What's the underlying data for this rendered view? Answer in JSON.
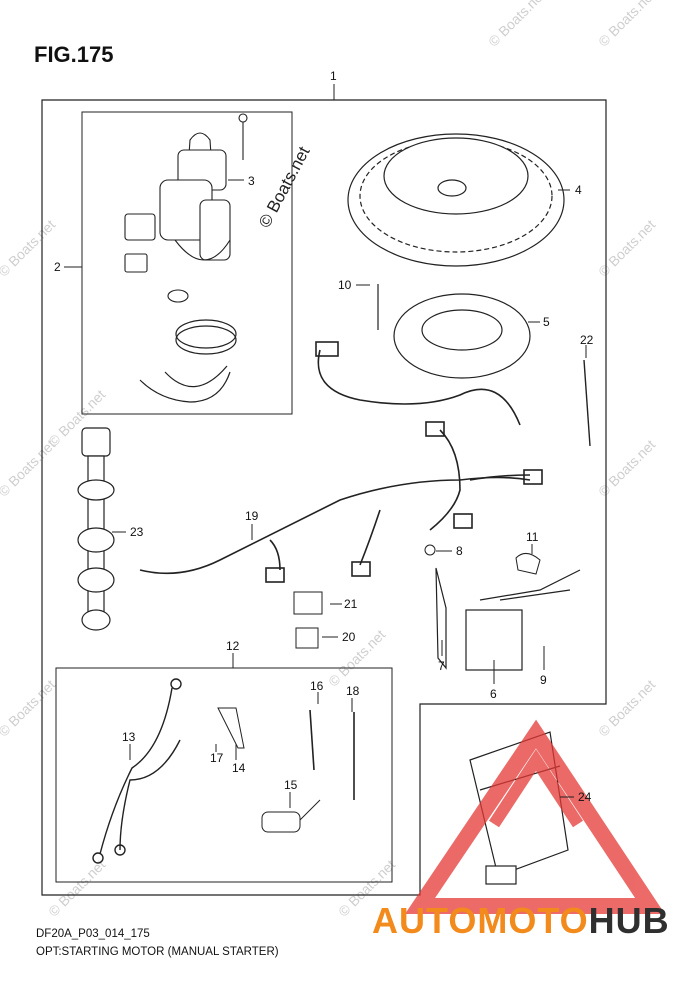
{
  "figure": {
    "title": "FIG.175",
    "code": "DF20A_P03_014_175",
    "subtitle": "OPT:STARTING MOTOR (MANUAL STARTER)",
    "copyright": "© Boats.net"
  },
  "callouts": [
    "1",
    "2",
    "3",
    "4",
    "5",
    "6",
    "7",
    "8",
    "9",
    "10",
    "11",
    "12",
    "13",
    "14",
    "15",
    "16",
    "17",
    "18",
    "19",
    "20",
    "21",
    "22",
    "23",
    "24"
  ],
  "watermark": {
    "text": "© Boats.net"
  },
  "brand": {
    "part1": "AUTOMOTO",
    "part2": "HUB",
    "color1": "#f28a1c",
    "color2": "#2f2f2f",
    "logo_color": "#e53935"
  }
}
